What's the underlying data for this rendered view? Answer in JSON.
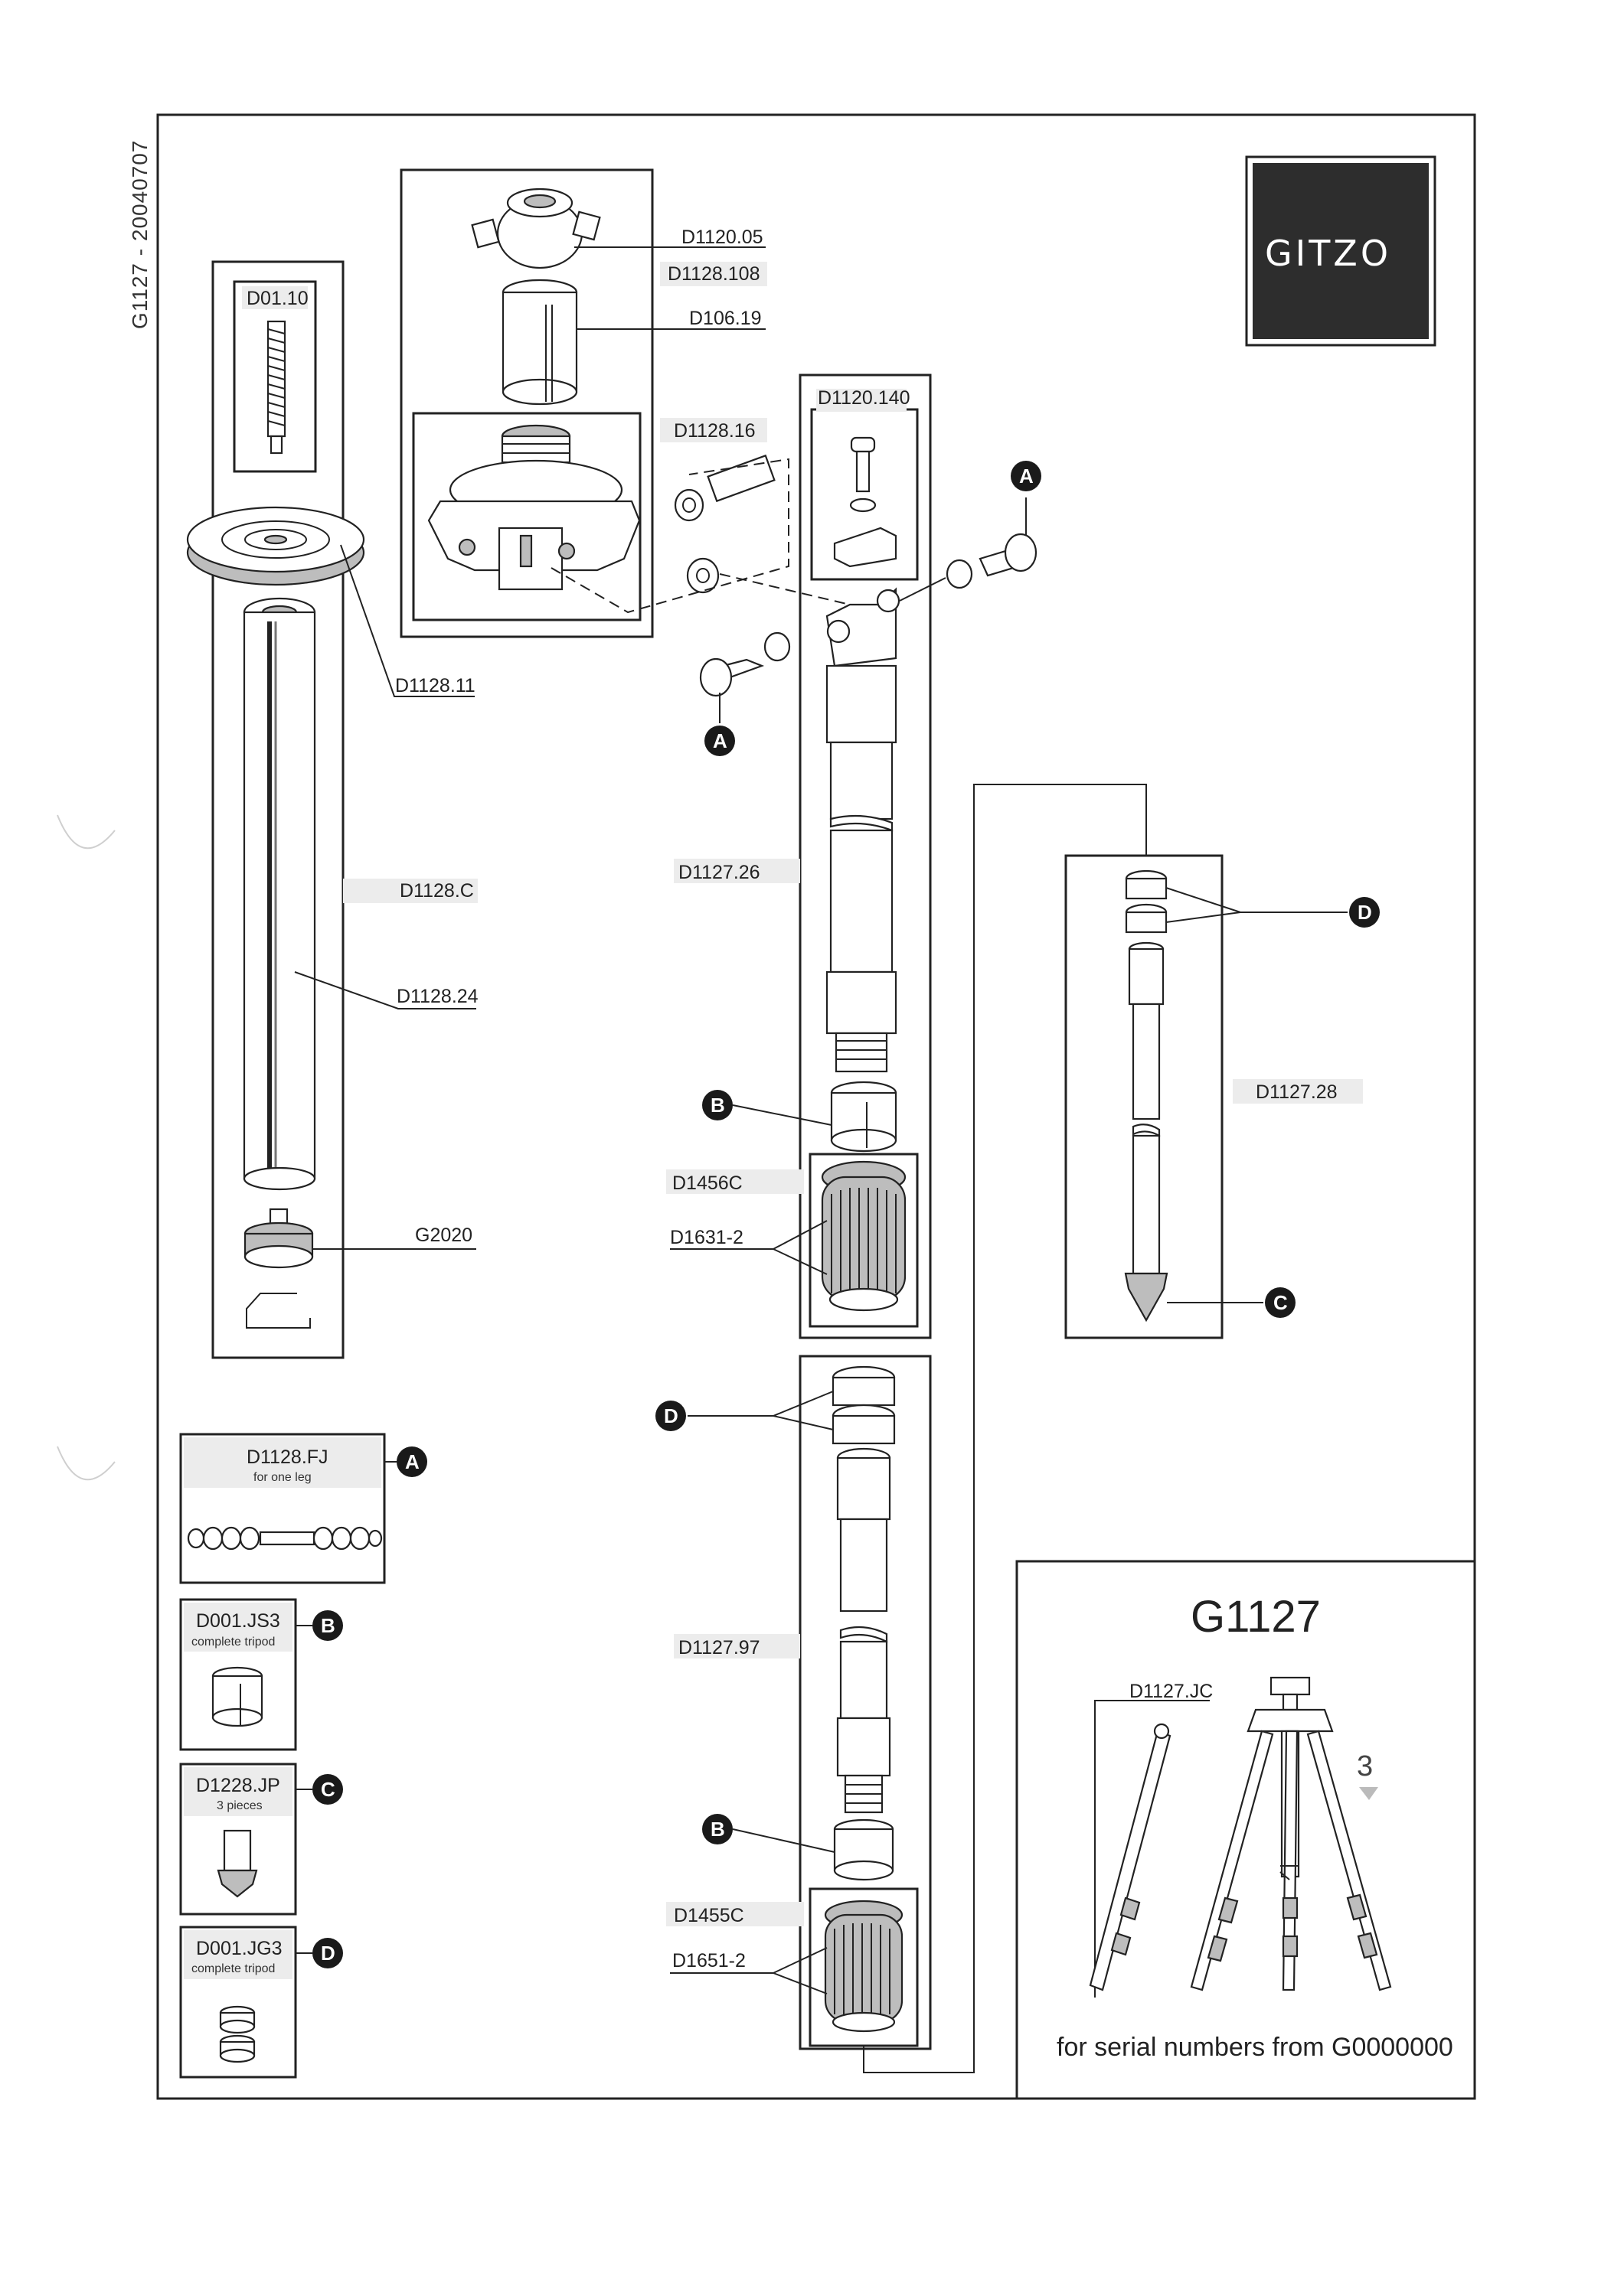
{
  "doc_id": "G1127 - 20040707",
  "brand": "GITZO",
  "model": "G1127",
  "serial_note": "for serial numbers from G0000000",
  "page_number": "3",
  "part_labels": {
    "d01_10": "D01.10",
    "d1120_05": "D1120.05",
    "d1128_108": "D1128.108",
    "d106_19": "D106.19",
    "d1128_16": "D1128.16",
    "d1120_140": "D1120.140",
    "d1128_11": "D1128.11",
    "d1128_c": "D1128.C",
    "d1128_24": "D1128.24",
    "g2020": "G2020",
    "d1127_26": "D1127.26",
    "d1456c": "D1456C",
    "d1631_2": "D1631-2",
    "d1127_28": "D1127.28",
    "d1127_97": "D1127.97",
    "d1455c": "D1455C",
    "d1651_2": "D1651-2",
    "d1127_jc": "D1127.JC"
  },
  "callout_letters": {
    "a": "A",
    "b": "B",
    "c": "C",
    "d": "D"
  },
  "kits": [
    {
      "code": "D1128.FJ",
      "note": "for one leg",
      "letter": "A"
    },
    {
      "code": "D001.JS3",
      "note": "complete tripod",
      "letter": "B"
    },
    {
      "code": "D1228.JP",
      "note": "3 pieces",
      "letter": "C"
    },
    {
      "code": "D001.JG3",
      "note": "complete tripod",
      "letter": "D"
    }
  ]
}
